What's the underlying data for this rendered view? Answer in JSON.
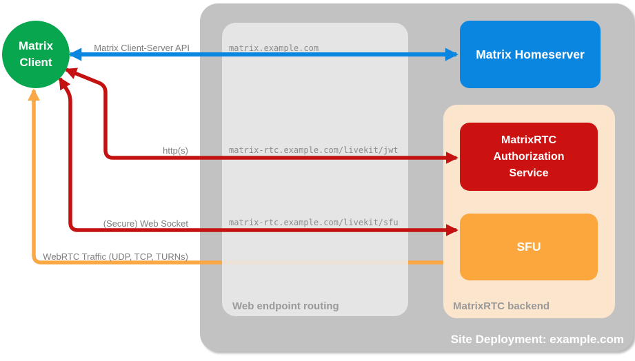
{
  "colors": {
    "green": "#09a650",
    "blue": "#0b86e0",
    "red": "#cc1111",
    "red_line": "#c41111",
    "orange": "#fba73d",
    "orange_line": "#f9a845",
    "peach": "#fce5cd",
    "outer_gray": "#c2c2c2",
    "inner_gray": "#eaeaea",
    "label_gray": "#7d7d7d",
    "mono_gray": "#8c8c8c",
    "caption_gray": "#999999"
  },
  "nodes": {
    "client": {
      "label": "Matrix Client"
    },
    "homeserver": {
      "label": "Matrix Homeserver"
    },
    "auth_service": {
      "label": "MatrixRTC Authorization Service"
    },
    "sfu": {
      "label": "SFU"
    }
  },
  "containers": {
    "site_deployment": {
      "caption": "Site Deployment: example.com"
    },
    "web_endpoint_routing": {
      "caption": "Web endpoint routing"
    },
    "matrixrtc_backend": {
      "caption": "MatrixRTC backend"
    }
  },
  "connections": [
    {
      "label": "Matrix Client-Server API",
      "route": "matrix.example.com"
    },
    {
      "label": "http(s)",
      "route": "matrix-rtc.example.com/livekit/jwt"
    },
    {
      "label": "(Secure) Web Socket",
      "route": "matrix-rtc.example.com/livekit/sfu"
    },
    {
      "label": "WebRTC Traffic (UDP, TCP, TURNs)",
      "route": ""
    }
  ]
}
